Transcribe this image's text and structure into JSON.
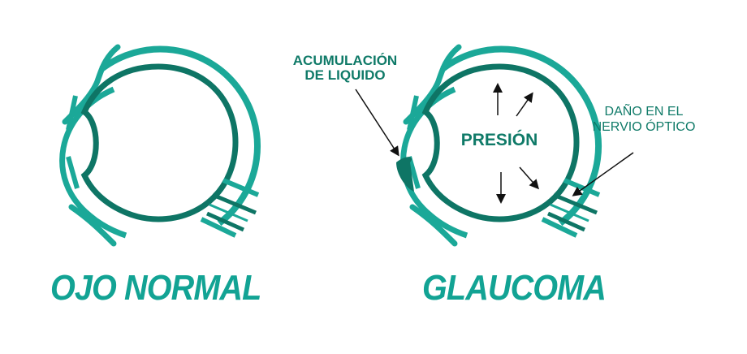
{
  "colors": {
    "outer": "#1ba898",
    "inner": "#0e7565",
    "arrow": "#111111",
    "label": "#0f7a68",
    "title": "#12a394",
    "background": "#ffffff"
  },
  "left_eye": {
    "title": "OJO NORMAL"
  },
  "right_eye": {
    "title": "GLAUCOMA",
    "labels": {
      "fluid_line1": "ACUMULACIÓN",
      "fluid_line2": "DE LIQUIDO",
      "pressure": "PRESIÓN",
      "nerve_line1": "DAÑO EN EL",
      "nerve_line2": "NERVIO ÓPTICO"
    }
  }
}
